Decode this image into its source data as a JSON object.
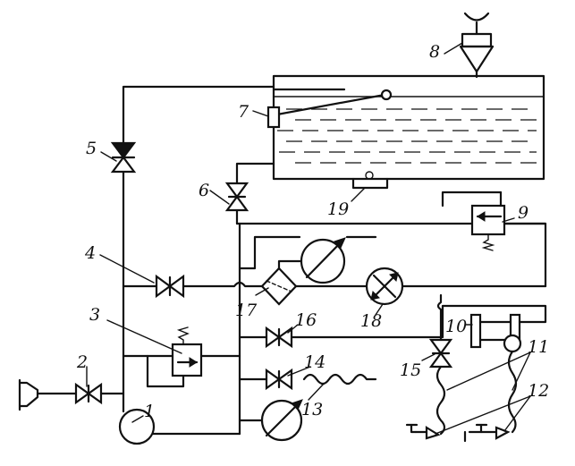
{
  "labels": {
    "n1": "1",
    "n2": "2",
    "n3": "3",
    "n4": "4",
    "n5": "5",
    "n6": "6",
    "n7": "7",
    "n8": "8",
    "n9": "9",
    "n10": "10",
    "n11": "11",
    "n12": "12",
    "n13": "13",
    "n14": "14",
    "n15": "15",
    "n16": "16",
    "n17": "17",
    "n18": "18",
    "n19": "19"
  },
  "colors": {
    "ink": "#111111",
    "paper": "#ffffff"
  }
}
